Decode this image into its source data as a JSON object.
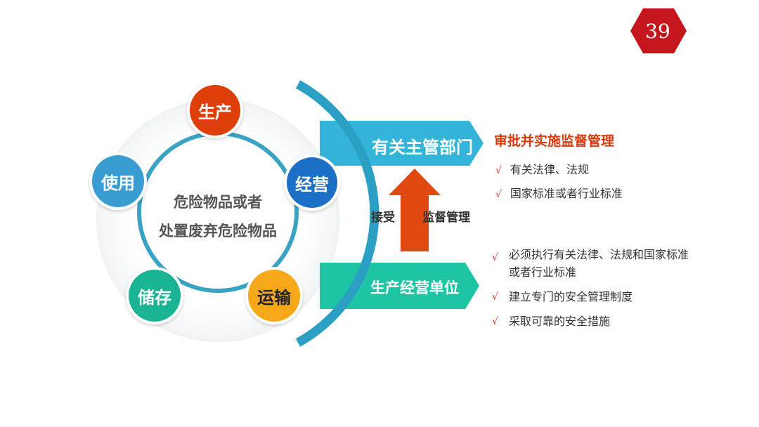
{
  "page_number": "39",
  "center": {
    "line1": "危险物品或者",
    "line2": "处置废弃危险物品"
  },
  "nodes": [
    {
      "label": "生产",
      "color": "#de3e0a"
    },
    {
      "label": "经营",
      "color": "#1b6fc4"
    },
    {
      "label": "运输",
      "color": "#f5a818"
    },
    {
      "label": "储存",
      "color": "#1ab394"
    },
    {
      "label": "使用",
      "color": "#3a9dd2"
    }
  ],
  "authority": {
    "label": "有关主管部门",
    "color": "#34b4d8",
    "title": "审批并实施监督管理",
    "items": [
      "有关法律、法规",
      "国家标准或者行业标准"
    ]
  },
  "flow": {
    "left_label": "接受",
    "right_label": "监督管理",
    "arrow_color": "#e04a12"
  },
  "unit": {
    "label": "生产经营单位",
    "color": "#1ec4a4",
    "items": [
      "必须执行有关法律、法规和国家标准或者行业标准",
      "建立专门的安全管理制度",
      "采取可靠的安全措施"
    ]
  },
  "check_mark": "√",
  "colors": {
    "badge": "#c4161c",
    "ring": "#3aa3c4",
    "arc": "#2b9fc4",
    "accent_text": "#d83a0c"
  }
}
